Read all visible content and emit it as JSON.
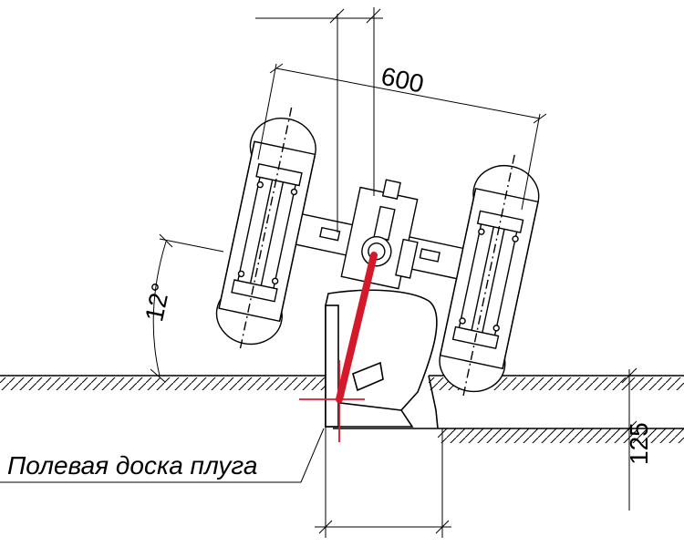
{
  "dimensions": {
    "track_width": "600",
    "tilt_angle": "12°",
    "furrow_depth": "125"
  },
  "labels": {
    "landside": "Полевая доска плуга"
  },
  "colors": {
    "ink": "#000000",
    "highlight": "#d4192b",
    "background": "#ffffff"
  }
}
